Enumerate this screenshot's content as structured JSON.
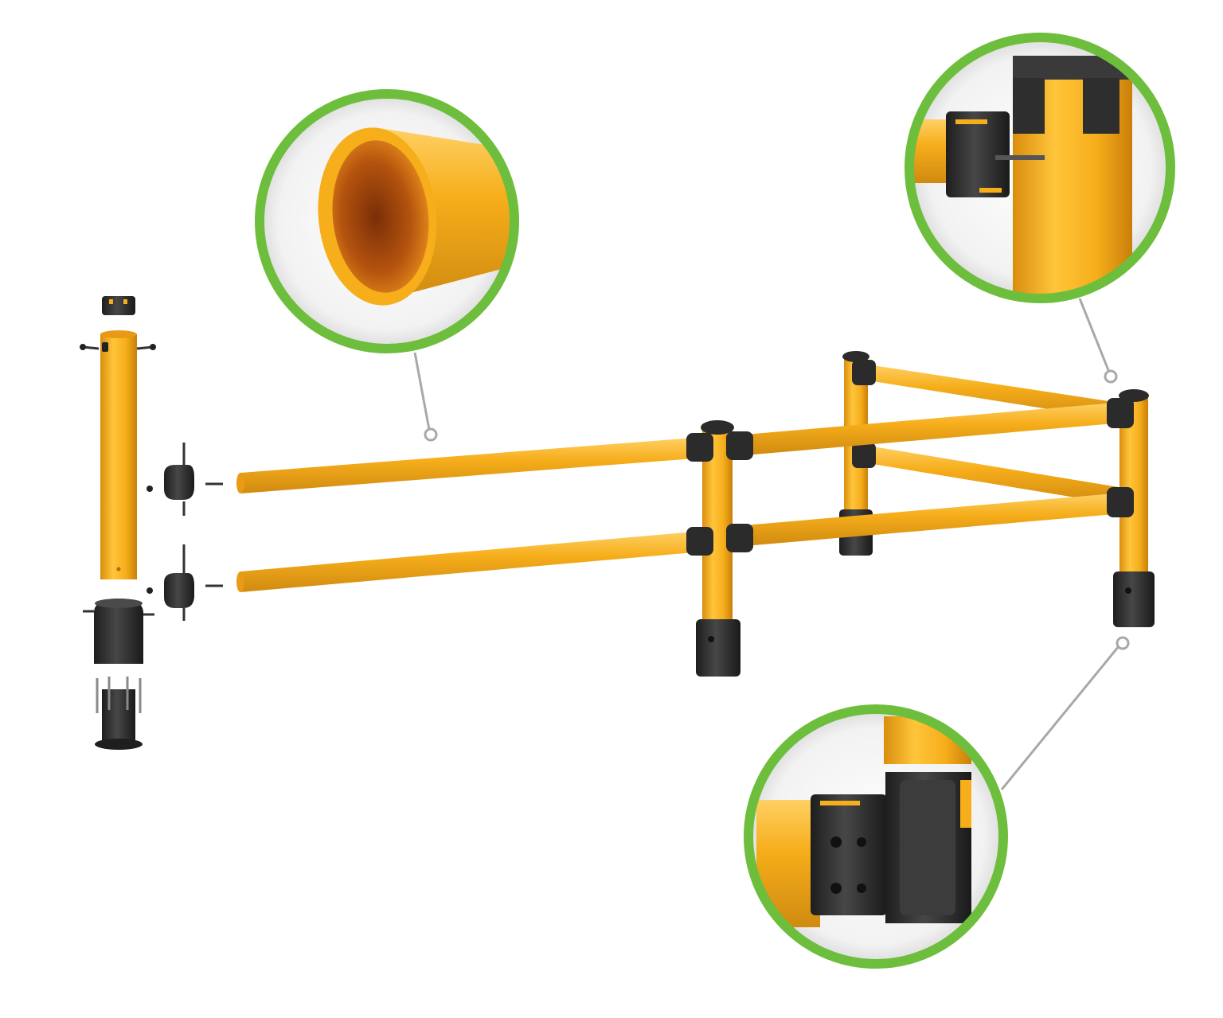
{
  "image": {
    "background": "#ffffff",
    "colors": {
      "rail_yellow": "#F6AE1B",
      "rail_shade": "#D9900E",
      "rail_highlight": "#FFD064",
      "connector_black": "#2B2B2B",
      "connector_mid": "#3A3A3A",
      "callout_ring_green": "#6DBE3C",
      "leader_line_gray": "#A8A8A8"
    },
    "callouts": [
      {
        "subject": "tube-end-detail"
      },
      {
        "subject": "rail-connector-detail"
      },
      {
        "subject": "base-connector-detail"
      }
    ],
    "exploded_parts": [
      {
        "subject": "post-cap"
      },
      {
        "subject": "post-tube"
      },
      {
        "subject": "clamp-upper"
      },
      {
        "subject": "clamp-lower"
      },
      {
        "subject": "base-sleeve"
      },
      {
        "subject": "base-anchor"
      }
    ],
    "barrier": {
      "posts": 3,
      "rails_per_bay": 2
    }
  }
}
